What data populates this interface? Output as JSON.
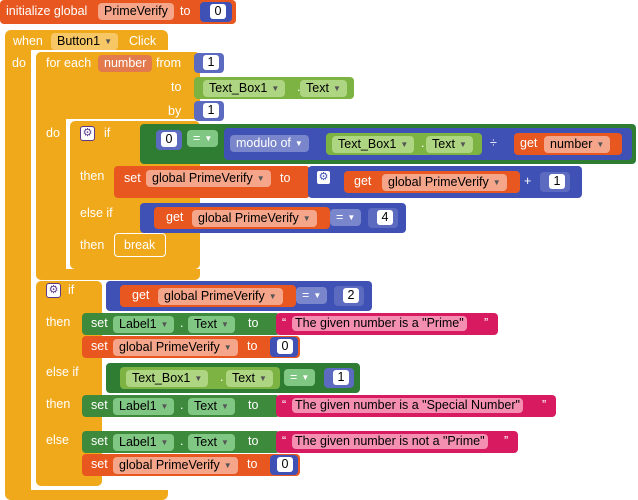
{
  "init": {
    "keyword": "initialize global",
    "var_name": "PrimeVerify",
    "to": "to",
    "value": "0"
  },
  "event": {
    "when": "when",
    "component": "Button1",
    "event": "Click",
    "do": "do"
  },
  "for_loop": {
    "label": "for each",
    "var": "number",
    "from": "from",
    "from_value": "1",
    "to": "to",
    "to_component": "Text_Box1",
    "to_prop": "Text",
    "by": "by",
    "by_value": "1",
    "do": "do"
  },
  "inner_if": {
    "if": "if",
    "left_value": "0",
    "eq": "=",
    "modulo": "modulo of",
    "mod_component": "Text_Box1",
    "mod_prop": "Text",
    "div": "÷",
    "get": "get",
    "get_var": "number",
    "then": "then",
    "set": "set",
    "set_var": "global PrimeVerify",
    "set_to": "to",
    "get2": "get",
    "get2_var": "global PrimeVerify",
    "plus": "+",
    "plus_value": "1",
    "else_if": "else if",
    "get3": "get",
    "get3_var": "global PrimeVerify",
    "eq2": "=",
    "cmp_value": "4",
    "then2": "then",
    "break": "break"
  },
  "outer_if": {
    "if": "if",
    "get": "get",
    "get_var": "global PrimeVerify",
    "eq": "=",
    "eq_value": "2",
    "then": "then",
    "set": "set",
    "label": "Label1",
    "prop": "Text",
    "to": "to",
    "text1": "The given number is a \"Prime\"",
    "set2": "set",
    "set2_var": "global PrimeVerify",
    "set2_to": "to",
    "set2_value": "0",
    "else_if": "else if",
    "tb": "Text_Box1",
    "tb_prop": "Text",
    "eq2": "=",
    "eq2_value": "1",
    "then2": "then",
    "text2": "The given number is a \"Special Number\"",
    "else": "else",
    "text3": "The given number is not a \"Prime\"",
    "set3_value": "0"
  },
  "colors": {
    "control": "#f0a91b",
    "variable": "#e8571f",
    "math": "#3f51b5",
    "text": "#d81b60",
    "component": "#3d8a3d"
  }
}
